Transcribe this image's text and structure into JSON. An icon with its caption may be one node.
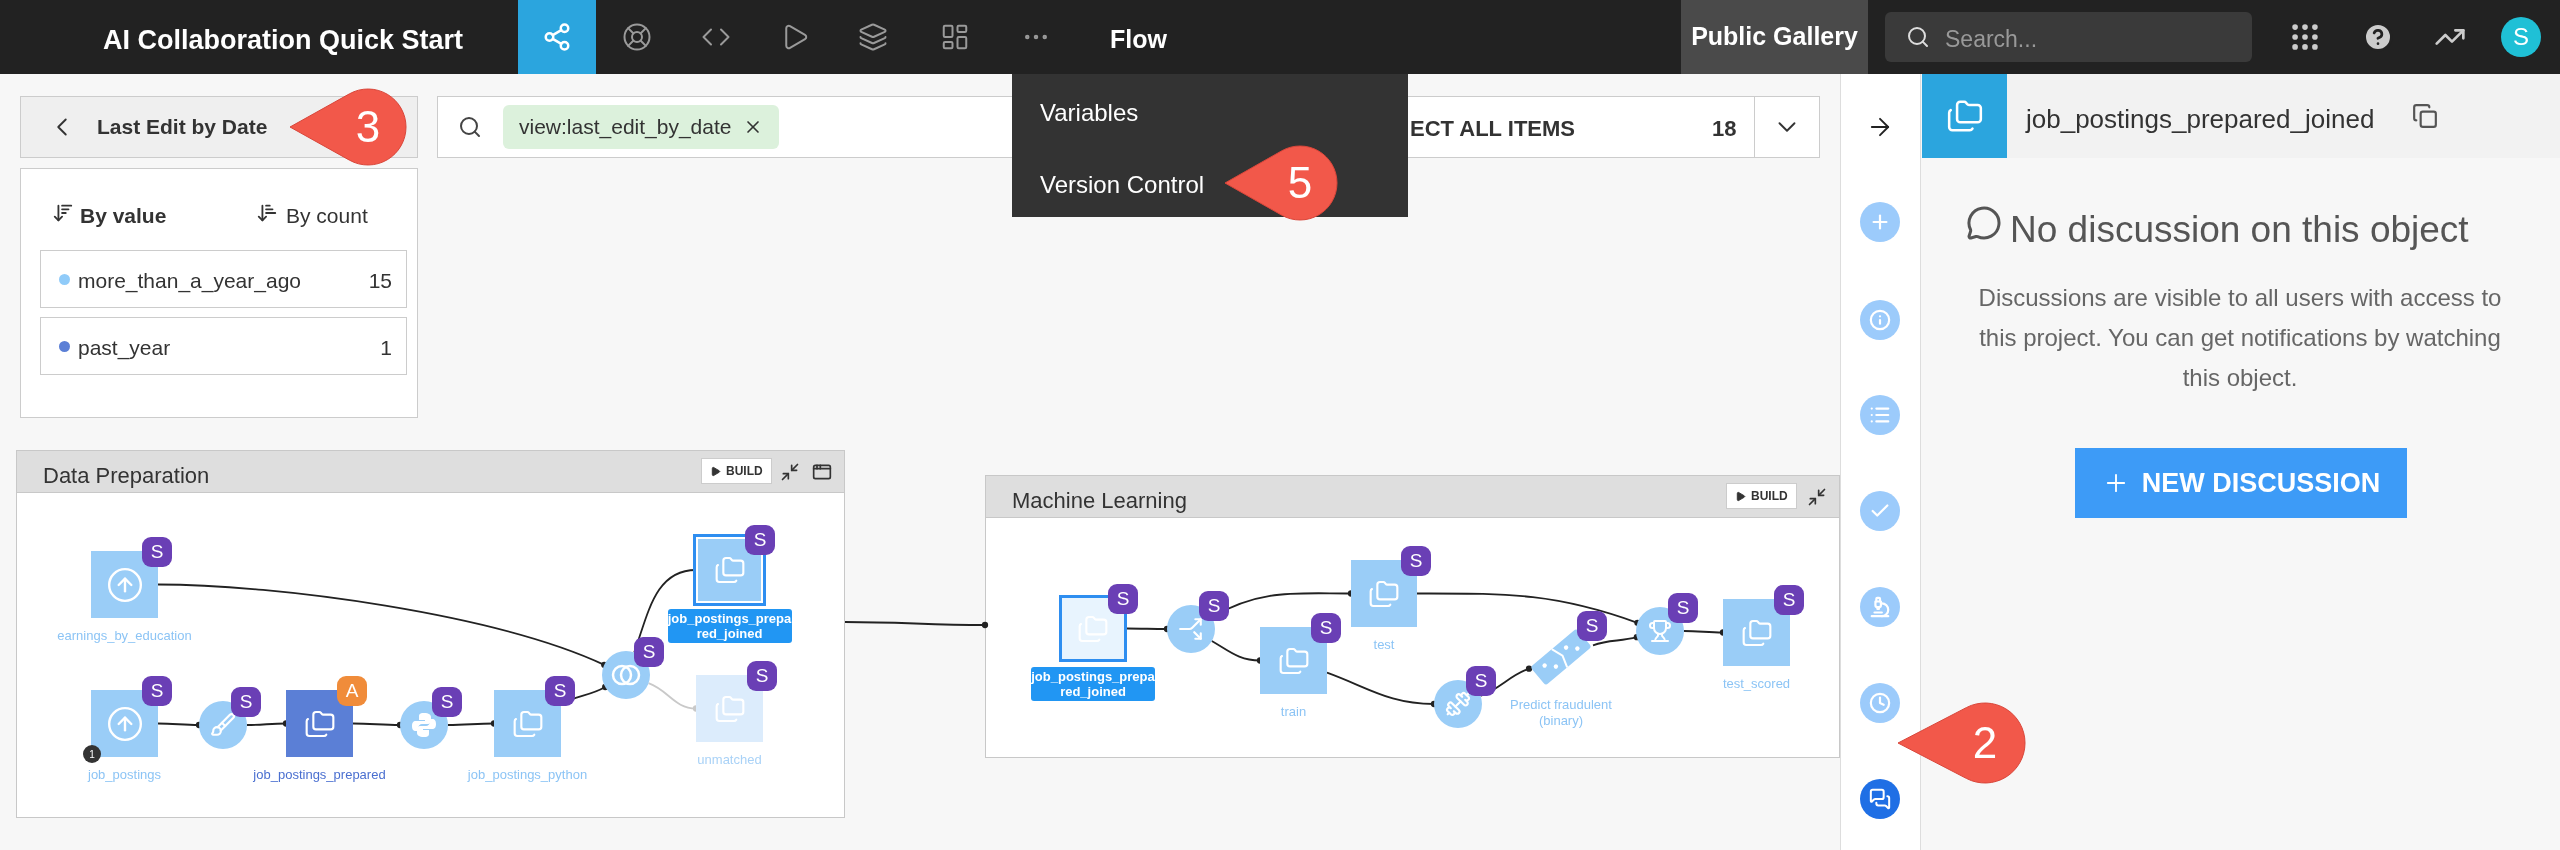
{
  "diagram": {
    "nodes": [
      {
        "text": [
          "Data Preparation"
        ]
      },
      {
        "text": [
          "S",
          "earnings_by_education"
        ],
        "in": 0
      },
      {
        "text": [
          "S",
          "1",
          "job_postings"
        ],
        "in": 0
      },
      {
        "text": [
          "S"
        ],
        "in": 0
      },
      {
        "text": [
          "A",
          "job_postings_prepared"
        ],
        "in": 0
      },
      {
        "text": [
          "S"
        ],
        "in": 0
      },
      {
        "text": [
          "S",
          "job_postings_python"
        ],
        "in": 0
      },
      {
        "text": [
          "S"
        ],
        "in": 0
      },
      {
        "text": [
          "S",
          "job_postings_prepared_joined"
        ],
        "in": 0
      },
      {
        "text": [
          "S",
          "unmatched"
        ],
        "in": 0
      },
      {
        "text": [
          "Machine Learning"
        ]
      },
      {
        "text": [
          "S",
          "job_postings_prepared_joined"
        ],
        "in": 10
      },
      {
        "text": [
          "S"
        ],
        "in": 10
      },
      {
        "text": [
          "S",
          "test"
        ],
        "in": 10
      },
      {
        "text": [
          "S",
          "train"
        ],
        "in": 10
      },
      {
        "text": [
          "S"
        ],
        "in": 10
      },
      {
        "text": [
          "S",
          "Predict fraudulent (binary)"
        ],
        "in": 10
      },
      {
        "text": [
          "S"
        ],
        "in": 10
      },
      {
        "text": [
          "S",
          "test_scored"
        ],
        "in": 10
      }
    ],
    "edges": [
      {
        "from": 1,
        "to": 7,
        "arrow": "other"
      },
      {
        "from": 2,
        "to": 3,
        "arrow": "other"
      },
      {
        "from": 3,
        "to": 4,
        "arrow": "other"
      },
      {
        "from": 4,
        "to": 5,
        "arrow": "other"
      },
      {
        "from": 5,
        "to": 6,
        "arrow": "other"
      },
      {
        "from": 6,
        "to": 7,
        "arrow": "other"
      },
      {
        "from": 7,
        "to": 8,
        "arrow": "other"
      },
      {
        "from": 7,
        "to": 9,
        "arrow": "other",
        "color": "#c9c9c9"
      },
      {
        "from": 0,
        "to": 10,
        "arrow": "other"
      },
      {
        "from": 11,
        "to": 12,
        "arrow": "other"
      },
      {
        "from": 12,
        "to": 13,
        "arrow": "other"
      },
      {
        "from": 12,
        "to": 14,
        "arrow": "other"
      },
      {
        "from": 14,
        "to": 15,
        "arrow": "other"
      },
      {
        "from": 15,
        "to": 16,
        "arrow": "other"
      },
      {
        "from": 13,
        "to": 17,
        "arrow": "other"
      },
      {
        "from": 16,
        "to": 17,
        "arrow": "other"
      },
      {
        "from": 17,
        "to": 18,
        "arrow": "other"
      }
    ],
    "labels": [
      "AI Collaboration Quick Start",
      "Flow",
      "Public Gallery",
      "Search...",
      "S",
      "Last Edit by Date",
      "3",
      "view:last_edit_by_date",
      "Variables",
      "Version Control",
      "5",
      "ECT ALL ITEMS",
      "18",
      "By value",
      "By count",
      "15",
      "1",
      "BUILD",
      "BUILD",
      "job_postings_prepared_joined",
      "No discussion on this object",
      "Discussions are visible to all users with access to this project. You can get notifications by watching this object.",
      "NEW DISCUSSION",
      "2"
    ],
    "legend": [
      {
        "text": "more_than_a_year_ago",
        "color": "#90cbf9"
      },
      {
        "text": "past_year",
        "color": "#5b7fd6"
      }
    ]
  }
}
